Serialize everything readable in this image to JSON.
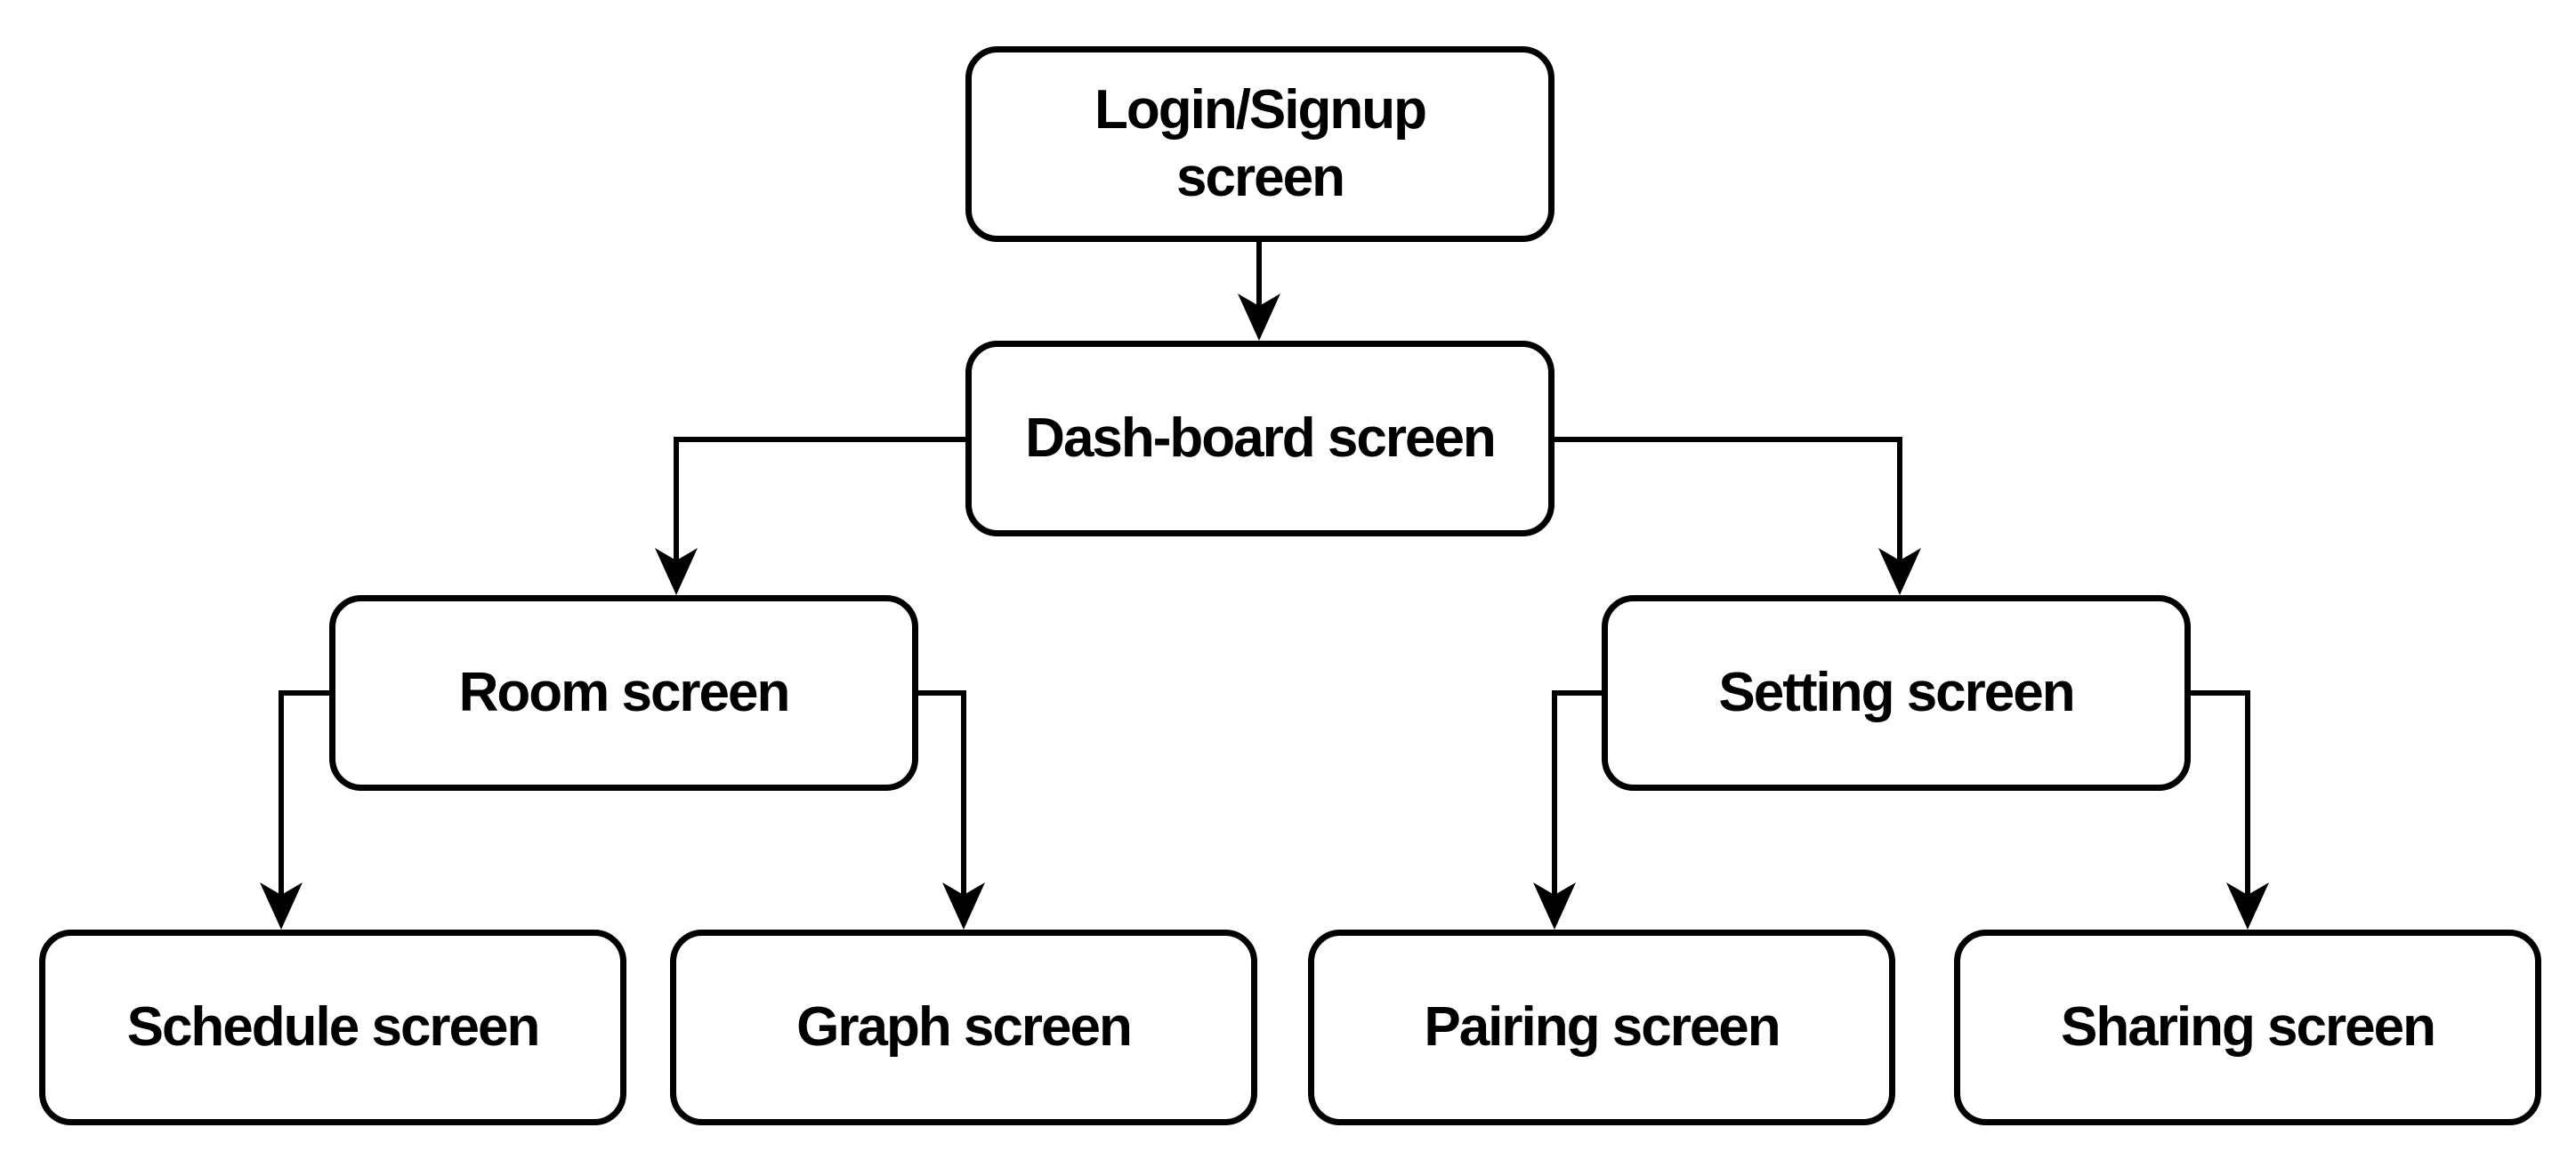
{
  "diagram": {
    "colors": {
      "canvas_background": "#ffffff",
      "node_fill": "#ffffff",
      "node_border": "#000000",
      "edge_color": "#000000",
      "text_color": "#000000"
    },
    "nodes": {
      "login": {
        "label": "Login/Signup screen"
      },
      "dashboard": {
        "label": "Dash-board screen"
      },
      "room": {
        "label": "Room screen"
      },
      "setting": {
        "label": "Setting screen"
      },
      "schedule": {
        "label": "Schedule screen"
      },
      "graph": {
        "label": "Graph screen"
      },
      "pairing": {
        "label": "Pairing screen"
      },
      "sharing": {
        "label": "Sharing screen"
      }
    },
    "edges": [
      {
        "from": "Login/Signup screen",
        "to": "Dash-board screen"
      },
      {
        "from": "Dash-board screen",
        "to": "Room screen"
      },
      {
        "from": "Dash-board screen",
        "to": "Setting screen"
      },
      {
        "from": "Room screen",
        "to": "Schedule screen"
      },
      {
        "from": "Room screen",
        "to": "Graph screen"
      },
      {
        "from": "Setting screen",
        "to": "Pairing screen"
      },
      {
        "from": "Setting screen",
        "to": "Sharing screen"
      }
    ]
  }
}
